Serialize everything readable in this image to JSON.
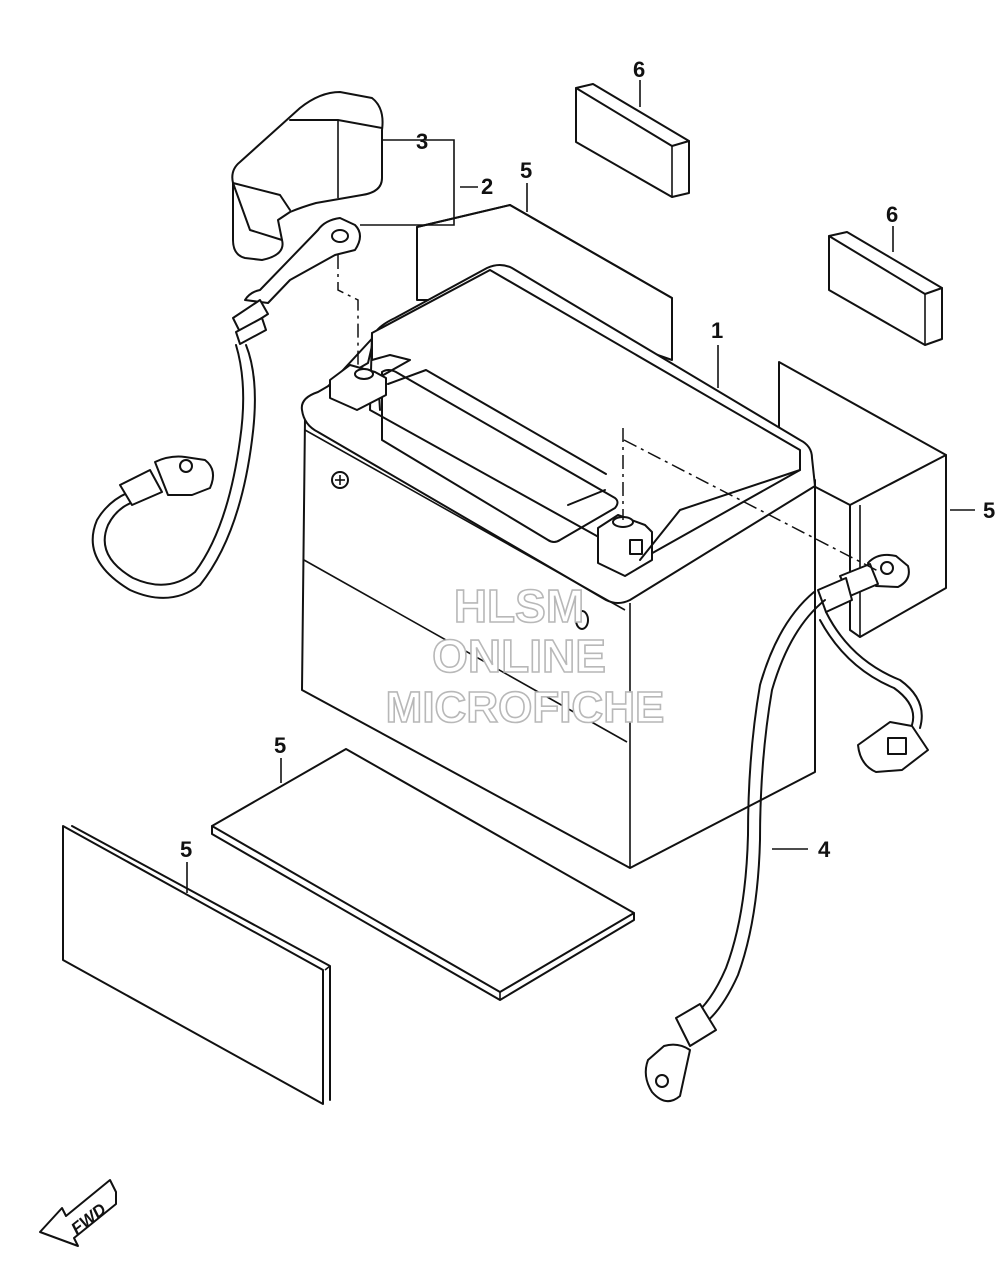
{
  "callouts": [
    {
      "id": "1",
      "label": "1"
    },
    {
      "id": "2",
      "label": "2"
    },
    {
      "id": "3",
      "label": "3"
    },
    {
      "id": "4",
      "label": "4"
    },
    {
      "id": "5a",
      "label": "5"
    },
    {
      "id": "5b",
      "label": "5"
    },
    {
      "id": "5c",
      "label": "5"
    },
    {
      "id": "5d",
      "label": "5"
    },
    {
      "id": "6a",
      "label": "6"
    },
    {
      "id": "6b",
      "label": "6"
    }
  ],
  "watermark": {
    "line1": "HLSM",
    "line2": "ONLINE",
    "line3": "MICROFICHE"
  },
  "fwd_label": "FWD",
  "colors": {
    "line": "#111111",
    "background": "#ffffff",
    "watermark_outline": "#b8b8b8"
  }
}
